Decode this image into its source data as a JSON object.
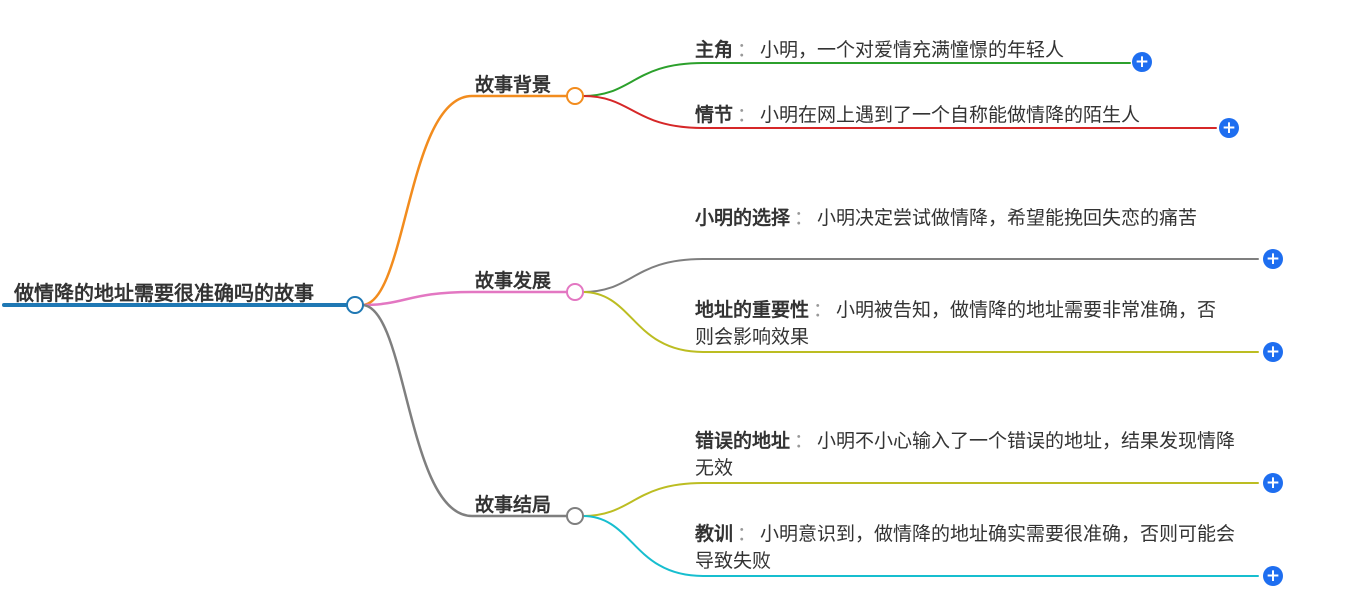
{
  "root": {
    "label": "做情降的地址需要很准确吗的故事",
    "color": "#1f78b4"
  },
  "branches": [
    {
      "label": "故事背景",
      "color": "#f28c1e",
      "children": [
        {
          "key": "主角",
          "value": "小明，一个对爱情充满憧憬的年轻人",
          "color": "#2ca02c"
        },
        {
          "key": "情节",
          "value": "小明在网上遇到了一个自称能做情降的陌生人",
          "color": "#d62728"
        }
      ]
    },
    {
      "label": "故事发展",
      "color": "#e377c2",
      "children": [
        {
          "key": "小明的选择",
          "value": "小明决定尝试做情降，希望能挽回失恋的痛苦",
          "color": "#7f7f7f"
        },
        {
          "key": "地址的重要性",
          "value": "小明被告知，做情降的地址需要非常准确，否则会影响效果",
          "color": "#bcbd22"
        }
      ]
    },
    {
      "label": "故事结局",
      "color": "#7f7f7f",
      "children": [
        {
          "key": "错误的地址",
          "value": "小明不小心输入了一个错误的地址，结果发现情降无效",
          "color": "#bcbd22"
        },
        {
          "key": "教训",
          "value": "小明意识到，做情降的地址确实需要很准确，否则可能会导致失败",
          "color": "#17becf"
        }
      ]
    }
  ],
  "separator": "：",
  "expand_icon": "plus-circle-icon",
  "expand_color": "#1e6ef0"
}
